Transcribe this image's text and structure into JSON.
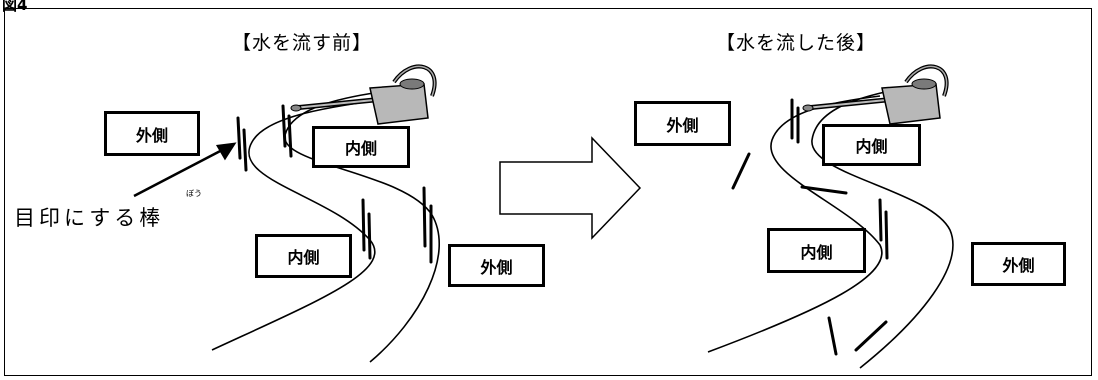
{
  "figure_label": "図4",
  "before": {
    "title": "【水を流す前】",
    "outer_label_1": "外側",
    "inner_label_1": "内側",
    "inner_label_2": "内側",
    "outer_label_2": "外側"
  },
  "after": {
    "title": "【水を流した後】",
    "outer_label_1": "外側",
    "inner_label_1": "内側",
    "inner_label_2": "内側",
    "outer_label_2": "外側"
  },
  "marker": {
    "text": "目印にする棒",
    "ruby": "ぼう"
  },
  "colors": {
    "line": "#000000",
    "can_fill": "#b8b8b8",
    "can_dark": "#7a7a7a"
  },
  "icons": [
    "watering-can-icon",
    "right-arrow-icon"
  ]
}
